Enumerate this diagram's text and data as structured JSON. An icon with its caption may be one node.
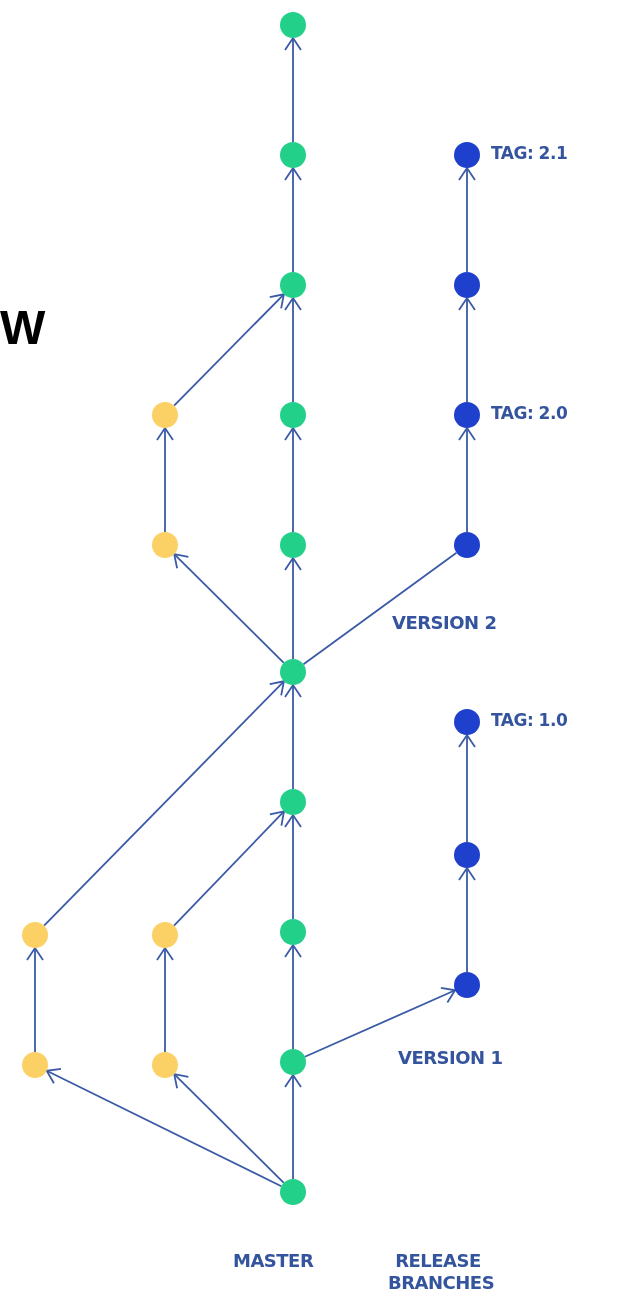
{
  "diagram": {
    "nodes": [
      {
        "text": [],
        "shape": "circle"
      },
      {
        "text": [],
        "shape": "circle"
      },
      {
        "text": [],
        "shape": "circle",
        "beside": [
          "TAG: 2.1"
        ]
      },
      {
        "text": [],
        "shape": "circle"
      },
      {
        "text": [],
        "shape": "circle"
      },
      {
        "text": [],
        "shape": "circle"
      },
      {
        "text": [],
        "shape": "circle"
      },
      {
        "text": [],
        "shape": "circle",
        "beside": [
          "TAG: 2.0"
        ]
      },
      {
        "text": [],
        "shape": "circle"
      },
      {
        "text": [],
        "shape": "circle"
      },
      {
        "text": [],
        "shape": "circle"
      },
      {
        "text": [],
        "shape": "circle"
      },
      {
        "text": [],
        "shape": "circle",
        "beside": [
          "TAG: 1.0"
        ]
      },
      {
        "text": [],
        "shape": "circle"
      },
      {
        "text": [],
        "shape": "circle"
      },
      {
        "text": [],
        "shape": "circle"
      },
      {
        "text": [],
        "shape": "circle"
      },
      {
        "text": [],
        "shape": "circle"
      },
      {
        "text": [],
        "shape": "circle"
      },
      {
        "text": [],
        "shape": "circle"
      },
      {
        "text": [],
        "shape": "circle"
      },
      {
        "text": [],
        "shape": "circle"
      },
      {
        "text": [],
        "shape": "circle"
      }
    ],
    "edges": [
      {
        "from": 22,
        "to": 21,
        "arrow": "to"
      },
      {
        "from": 21,
        "to": 17,
        "arrow": "to"
      },
      {
        "from": 17,
        "to": 13,
        "arrow": "to"
      },
      {
        "from": 13,
        "to": 11,
        "arrow": "to"
      },
      {
        "from": 11,
        "to": 9,
        "arrow": "to"
      },
      {
        "from": 9,
        "to": 6,
        "arrow": "to"
      },
      {
        "from": 6,
        "to": 3,
        "arrow": "to"
      },
      {
        "from": 3,
        "to": 1,
        "arrow": "to"
      },
      {
        "from": 1,
        "to": 0,
        "arrow": "to"
      },
      {
        "from": 22,
        "to": 19,
        "arrow": "to"
      },
      {
        "from": 22,
        "to": 20,
        "arrow": "to"
      },
      {
        "from": 19,
        "to": 15,
        "arrow": "to"
      },
      {
        "from": 20,
        "to": 16,
        "arrow": "to"
      },
      {
        "from": 15,
        "to": 11,
        "arrow": "to"
      },
      {
        "from": 16,
        "to": 13,
        "arrow": "to"
      },
      {
        "from": 21,
        "to": 18,
        "arrow": "to"
      },
      {
        "from": 18,
        "to": 14,
        "arrow": "to"
      },
      {
        "from": 14,
        "to": 12,
        "arrow": "to"
      },
      {
        "from": 11,
        "to": 8,
        "arrow": "to"
      },
      {
        "from": 8,
        "to": 5,
        "arrow": "to"
      },
      {
        "from": 5,
        "to": 3,
        "arrow": "to"
      },
      {
        "from": 11,
        "to": 10,
        "arrow": "none"
      },
      {
        "from": 10,
        "to": 7,
        "arrow": "to"
      },
      {
        "from": 7,
        "to": 4,
        "arrow": "to"
      },
      {
        "from": 4,
        "to": 2,
        "arrow": "to"
      }
    ],
    "labels": [
      "W",
      "VERSION 2",
      "VERSION 1",
      "MASTER",
      "RELEASE BRANCHES"
    ]
  }
}
